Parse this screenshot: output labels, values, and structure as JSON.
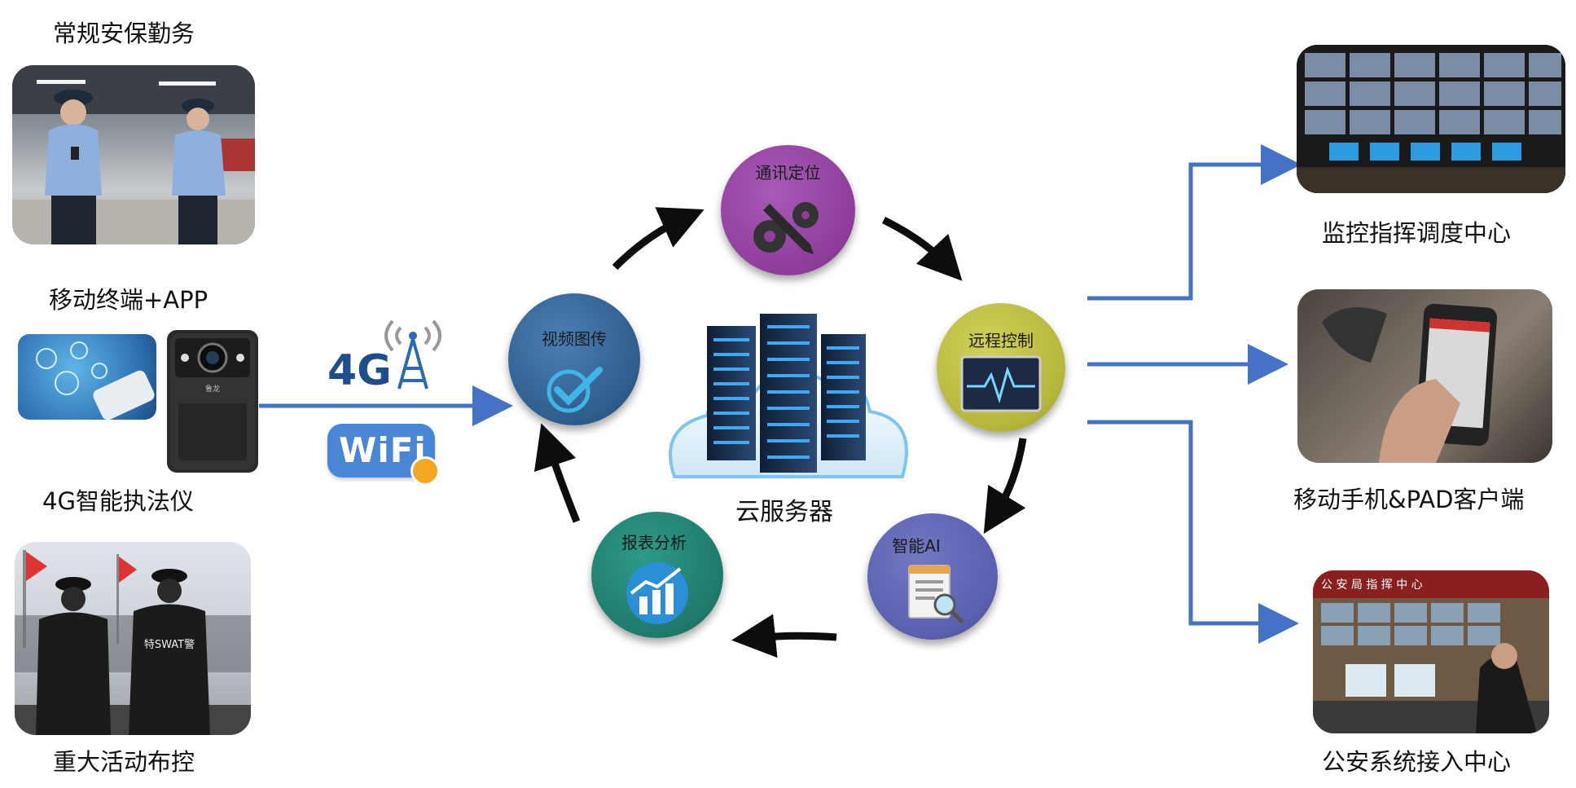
{
  "left": {
    "routine_security": "常规安保勤务",
    "mobile_terminal_app": "移动终端+APP",
    "smart_law_enforcement": "4G智能执法仪",
    "major_event_control": "重大活动布控",
    "device_brand": "鲁龙",
    "swat_badge": "特SWAT警"
  },
  "network": {
    "cellular": "4G",
    "wifi": "WiFi"
  },
  "center": {
    "cloud_server": "云服务器",
    "nodes": {
      "comm_positioning": "通讯定位",
      "remote_control": "远程控制",
      "smart_ai": "智能AI",
      "report_analysis": "报表分析",
      "video_transmission": "视频图传"
    }
  },
  "right": {
    "monitor_command_center": "监控指挥调度中心",
    "mobile_pad_client": "移动手机&PAD客户端",
    "police_system_access": "公安系统接入中心",
    "police_sign": "公 安 局 指 挥 中 心"
  },
  "colors": {
    "flow_arrow": "#4472C4",
    "cycle_arrow": "#0d0d0d",
    "video_node": "#2f5d8c",
    "comm_node": "#8e3e9a",
    "remote_node": "#b5b63a",
    "ai_node": "#5a5fae",
    "report_node": "#1f7a6b"
  }
}
